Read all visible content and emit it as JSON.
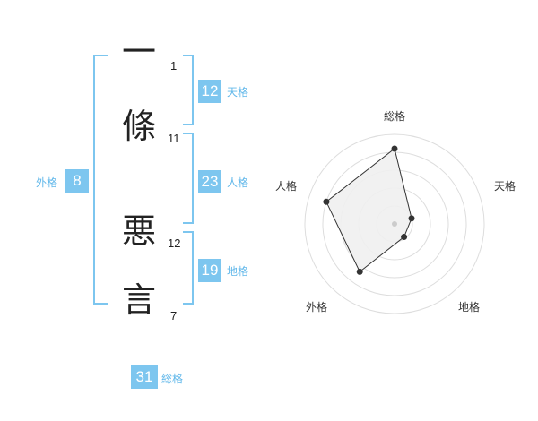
{
  "name": {
    "chars": [
      {
        "char": "一",
        "strokes": "1"
      },
      {
        "char": "條",
        "strokes": "11"
      },
      {
        "char": "悪",
        "strokes": "12"
      },
      {
        "char": "言",
        "strokes": "7"
      }
    ]
  },
  "fortunes": {
    "tenkaku": {
      "value": "12",
      "label": "天格"
    },
    "jinkaku": {
      "value": "23",
      "label": "人格"
    },
    "chikaku": {
      "value": "19",
      "label": "地格"
    },
    "gaikaku": {
      "value": "8",
      "label": "外格"
    },
    "soukaku": {
      "value": "31",
      "label": "総格"
    }
  },
  "colors": {
    "accent": "#7dc6ef",
    "label_text": "#62b8ea",
    "radar_fill": "#f0f0f0",
    "radar_grid": "#dddddd",
    "radar_line": "#333333"
  },
  "chart_data": {
    "type": "radar",
    "axes": [
      "総格",
      "天格",
      "地格",
      "外格",
      "人格"
    ],
    "values": [
      4.2,
      1.0,
      0.9,
      3.3,
      4.0
    ],
    "max": 5,
    "rings": 5
  }
}
